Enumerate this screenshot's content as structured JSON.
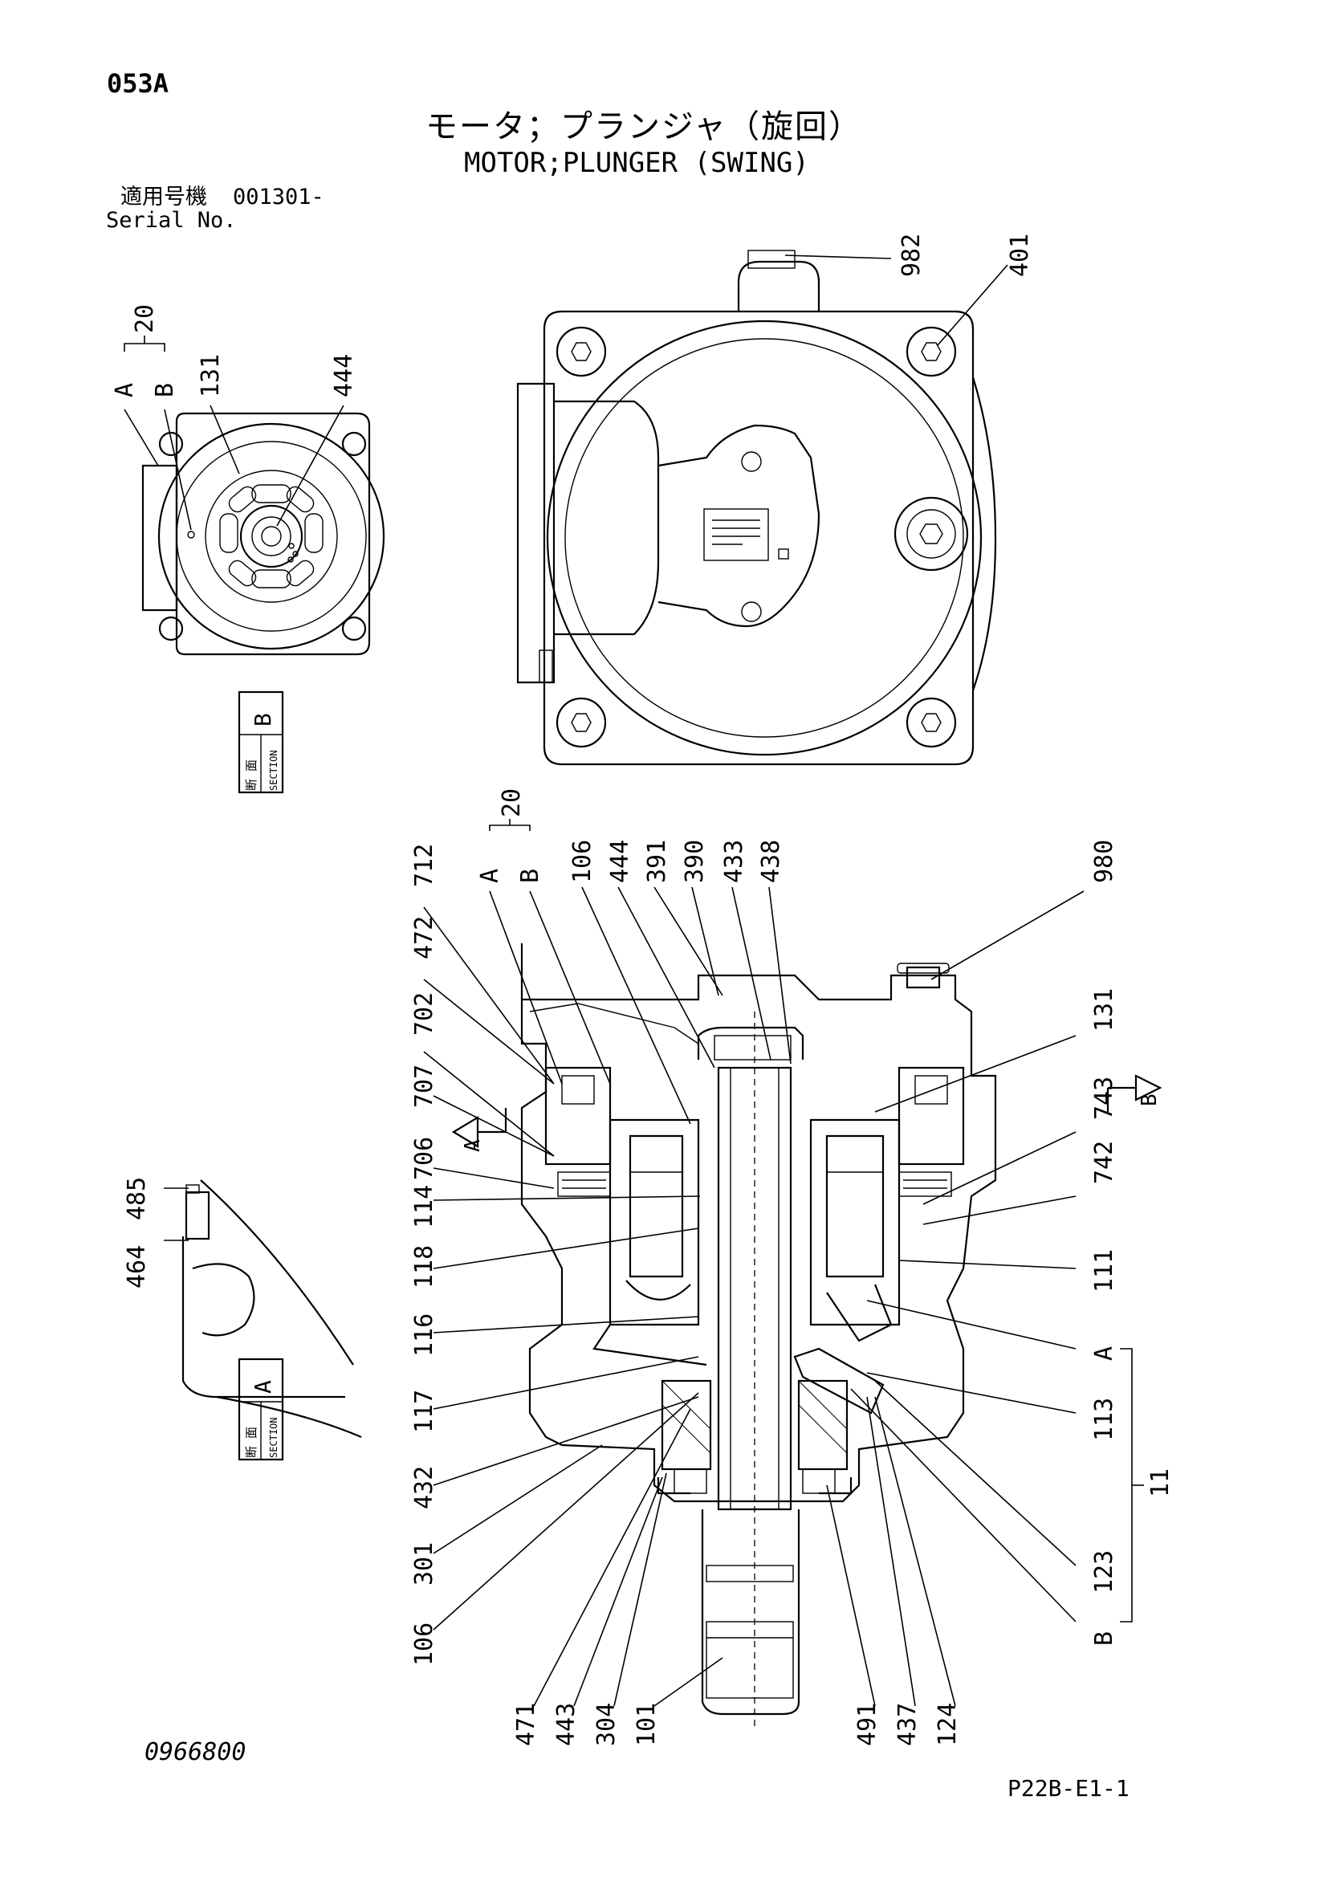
{
  "page_code": "053A",
  "title_ja": "モータ；プランジャ（旋回）",
  "title_en": "MOTOR;PLUNGER (SWING)",
  "serial": {
    "label_ja": "適用号機",
    "value": "001301-",
    "label_en": "Serial No."
  },
  "document_number": "0966800",
  "sheet_ref": "P22B-E1-1",
  "section_labels": {
    "b": {
      "ja": "断 面",
      "en": "SECTION",
      "letter": "B"
    },
    "a": {
      "ja": "断 面",
      "en": "SECTION",
      "letter": "A"
    }
  },
  "callouts": {
    "top_view": [
      "982",
      "401"
    ],
    "section_b": [
      "20",
      "A",
      "B",
      "131",
      "444"
    ],
    "detail": [
      "485",
      "464"
    ],
    "sectional_top": [
      "712",
      "472",
      "702",
      "707",
      "706",
      "114",
      "118",
      "116",
      "117",
      "A",
      "20",
      "A",
      "B",
      "106",
      "444",
      "391",
      "390",
      "433",
      "438",
      "980"
    ],
    "sectional_right": [
      "131",
      "743",
      "B",
      "742",
      "111",
      "A",
      "113",
      "11",
      "123",
      "B"
    ],
    "sectional_left_bottom": [
      "432",
      "301",
      "106"
    ],
    "sectional_bottom": [
      "471",
      "443",
      "304",
      "101",
      "491",
      "437",
      "124"
    ]
  }
}
